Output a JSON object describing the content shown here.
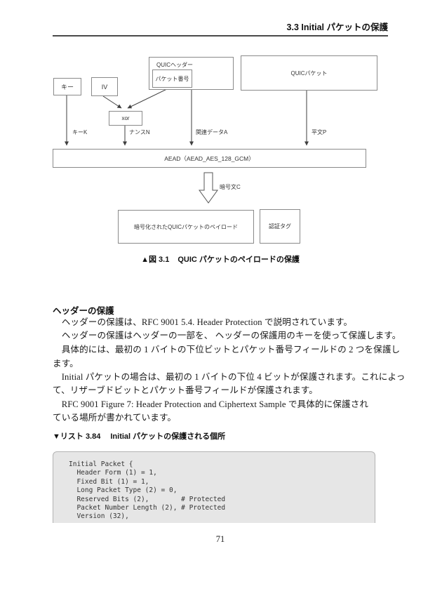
{
  "page": {
    "running_head": "3.3 Initial パケットの保護",
    "page_number": "71"
  },
  "diagram": {
    "boxes": {
      "key": "キー",
      "iv": "IV",
      "quic_header": "QUICヘッダー",
      "packet_number": "パケット番号",
      "quic_packet": "QUICパケット",
      "xor": "xor",
      "aead": "AEAD（AEAD_AES_128_GCM）",
      "payload": "暗号化されたQUICパケットのペイロード",
      "auth_tag": "認証タグ"
    },
    "labels": {
      "key_k": "キーK",
      "nonce_n": "ナンスN",
      "assoc_a": "関連データA",
      "plain_p": "平文P",
      "cipher_c": "暗号文C"
    }
  },
  "figure_caption": {
    "marker": "▲図 3.1",
    "title": "QUIC パケットのペイロードの保護"
  },
  "body": {
    "heading": "ヘッダーの保護",
    "lines": [
      "　ヘッダーの保護は、RFC 9001 5.4. Header Protection で説明されています。",
      "　ヘッダーの保護はヘッダーの一部を、 ヘッダーの保護用のキーを使って保護します。",
      "　具体的には、最初の 1 バイトの下位ビットとパケット番号フィールドの 2 つを保護し",
      "ます。",
      "　Initial パケットの場合は、最初の 1 バイトの下位 4 ビットが保護されます。これによっ",
      "て、リザーブドビットとパケット番号フィールドが保護されます。",
      "　RFC 9001 Figure 7: Header Protection and Ciphertext Sample で具体的に保護され",
      "ている場所が書かれています。"
    ]
  },
  "listing": {
    "marker": "▼リスト 3.84",
    "title": "Initial パケットの保護される個所",
    "code": "Initial Packet {\n  Header Form (1) = 1,\n  Fixed Bit (1) = 1,\n  Long Packet Type (2) = 0,\n  Reserved Bits (2),        # Protected\n  Packet Number Length (2), # Protected\n  Version (32),"
  },
  "colors": {
    "box_border": "#8a8a8a",
    "connector": "#3f3f3f",
    "code_bg": "#e6e6e6"
  }
}
